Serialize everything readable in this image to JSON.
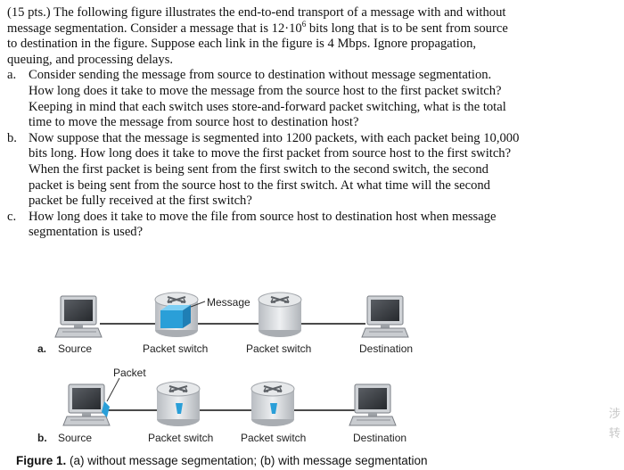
{
  "problem": {
    "intro_a": "(15 pts.) The following figure illustrates the end-to-end transport of a message with and without message segmentation. Consider a message that is 12·10",
    "intro_exp": "6",
    "intro_b": " bits long that is to be sent from source to destination in the figure. Suppose each link in the figure is 4 Mbps. Ignore propagation, queuing, and processing delays.",
    "items": [
      {
        "marker": "a.",
        "text": "Consider sending the message from source to destination without message segmentation. How long does it take to move the message from the source host to the first packet switch? Keeping in mind that each switch uses store-and-forward packet switching, what is the total time to move the message from source host to destination host?"
      },
      {
        "marker": "b.",
        "text": "Now suppose that the message is segmented into 1200 packets, with each packet being 10,000 bits long. How long does it take to move the first packet from source host to the first switch? When the first packet is being sent from the first switch to the second switch, the second packet is being sent from the source host to the first switch. At what time will the second packet be fully received at the first switch?"
      },
      {
        "marker": "c.",
        "text": "How long does it take to move the file from source host to destination host when message segmentation is used?"
      }
    ]
  },
  "figure": {
    "row_a": {
      "marker": "a.",
      "source": "Source",
      "switch1": "Packet switch",
      "switch2": "Packet switch",
      "destination": "Destination",
      "callout": "Message"
    },
    "row_b": {
      "marker": "b.",
      "source": "Source",
      "switch1": "Packet switch",
      "switch2": "Packet switch",
      "destination": "Destination",
      "callout": "Packet"
    },
    "caption_label": "Figure 1.",
    "caption_text": "(a) without message segmentation; (b) with message segmentation"
  },
  "colors": {
    "link": "#4a4a4a",
    "message": "#2a9fd8",
    "switch_body": "#d7dadd",
    "monitor_screen": "#3a3d42"
  },
  "edge_glyphs": [
    "涉",
    "转"
  ]
}
